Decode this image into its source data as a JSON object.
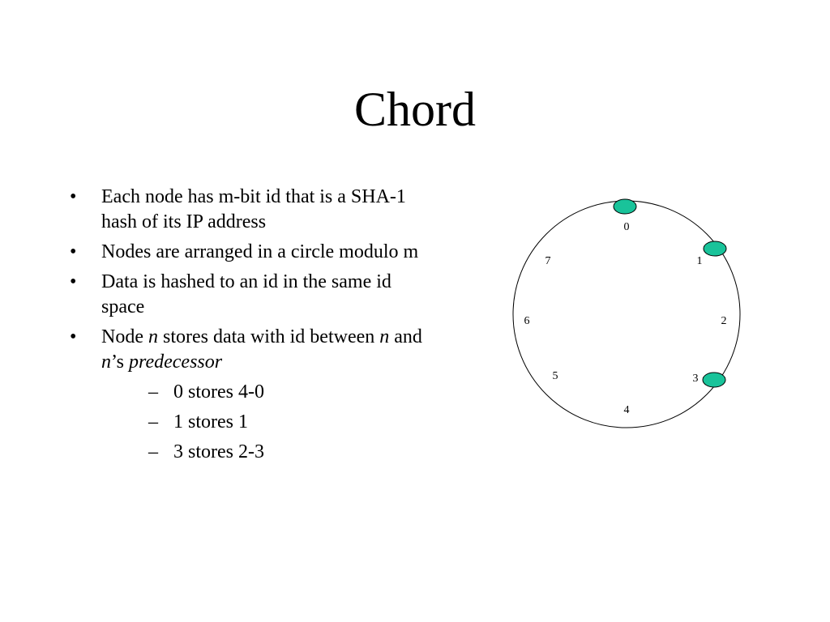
{
  "slide": {
    "title": "Chord",
    "bullets": [
      {
        "text": "Each node has m-bit id that is a SHA-1 hash of its IP address"
      },
      {
        "text": "Nodes are arranged in a circle modulo m"
      },
      {
        "text": "Data is hashed to an id in the same id space"
      },
      {
        "parts": [
          {
            "t": "Node ",
            "i": false
          },
          {
            "t": "n",
            "i": true
          },
          {
            "t": " stores data with id between ",
            "i": false
          },
          {
            "t": "n",
            "i": true
          },
          {
            "t": " and ",
            "i": false
          },
          {
            "t": "n",
            "i": true
          },
          {
            "t": "’s ",
            "i": false
          },
          {
            "t": "predecessor",
            "i": true
          }
        ],
        "sub": [
          "0 stores 4-0",
          "1 stores 1",
          "3 stores 2-3"
        ]
      }
    ],
    "bullet_marker": "•",
    "sub_marker": "–"
  },
  "ring": {
    "ids": [
      "0",
      "1",
      "2",
      "3",
      "4",
      "5",
      "6",
      "7"
    ],
    "active_nodes": [
      "0",
      "1",
      "3"
    ],
    "node_color": "#19c39a"
  }
}
